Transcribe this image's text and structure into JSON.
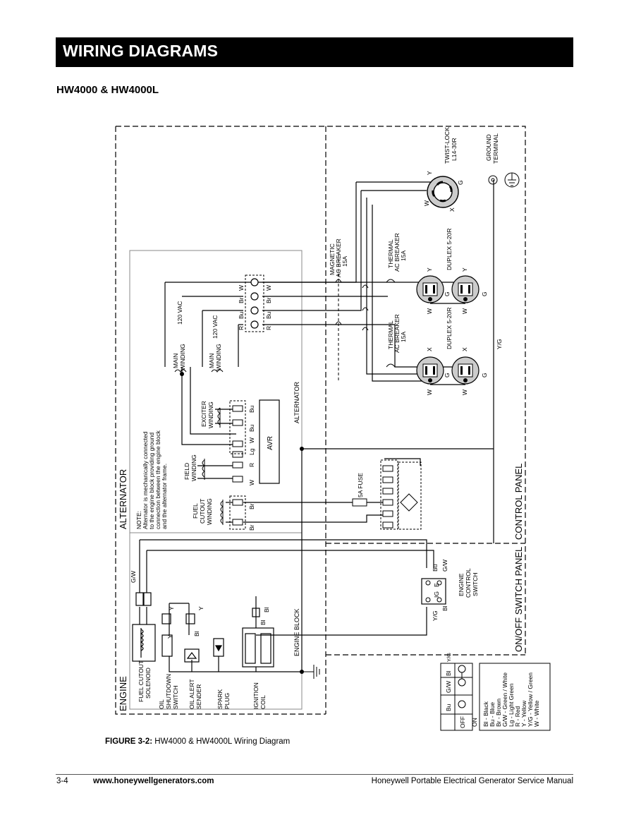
{
  "header": {
    "title": "WIRING DIAGRAMS",
    "subtitle": "HW4000 & HW4000L"
  },
  "diagram": {
    "sections": {
      "alternator": "ALTERNATOR",
      "engine": "ENGINE",
      "control_panel": "CONTROL PANEL",
      "onoff_panel": "ON/OFF SWITCH PANEL",
      "engine_block": "ENGINE BLOCK",
      "alternator_box": "ALTERNATOR"
    },
    "note": [
      "NOTE:",
      "Alternator is mechanically connected",
      "to the engine block providing ground",
      "connection between the engine block",
      "and the alternator frame."
    ],
    "components": {
      "main_winding_1": [
        "MAIN",
        "WINDING"
      ],
      "main_winding_2": [
        "MAIN",
        "WINDING"
      ],
      "vac_1": "120 VAC",
      "vac_2": "120 VAC",
      "exciter": [
        "EXCITER",
        "WINDING"
      ],
      "field": [
        "FIELD",
        "WINDING"
      ],
      "fuel_cutout_winding": [
        "FUEL",
        "CUTOUT",
        "WINDING"
      ],
      "avr": "AVR",
      "fuse": "5A FUSE",
      "magnetic_breaker": [
        "MAGNETIC",
        "AC BREAKER",
        "15A"
      ],
      "thermal_breaker_1": [
        "THERMAL",
        "AC BREAKER",
        "15A"
      ],
      "thermal_breaker_2": [
        "THERMAL",
        "AC BREAKER",
        "15A"
      ],
      "duplex_1": "DUPLEX 5-20R",
      "duplex_2": "DUPLEX 5-20R",
      "twistlock": [
        "TWIST-LOCK",
        "L14-30R"
      ],
      "ground_terminal": [
        "GROUND",
        "TERMINAL"
      ],
      "engine_control_switch": [
        "ENGINE",
        "CONTROL",
        "SWITCH"
      ],
      "fuel_cutout_solenoid": [
        "FUEL CUTOUT",
        "SOLENOID"
      ],
      "oil_shutdown": [
        "OIL",
        "SHUTDOWN",
        "SWITCH"
      ],
      "oil_alert": [
        "OIL ALERT",
        "SENDER"
      ],
      "spark_plug": [
        "SPARK",
        "PLUG"
      ],
      "ignition_coil": [
        "IGNITION",
        "COIL"
      ]
    },
    "wire_labels": {
      "w": "W",
      "br": "Br",
      "bu": "Bu",
      "r": "R",
      "lg": "Lg",
      "y": "Y",
      "bl": "Bl",
      "gw": "G/W",
      "yg": "Y/G",
      "g": "G",
      "x": "X",
      "ig": "IG",
      "e": "E"
    },
    "switch_table": {
      "header": [
        "Bu",
        "G/W",
        "Bl",
        "Y/G"
      ],
      "rows": [
        "OFF",
        "ON"
      ]
    },
    "legend": [
      "Bl - Black",
      "Bu - Blue",
      "Br - Brown",
      "G/W - Green / White",
      "Lg - Light Green",
      "R - Red",
      "Y - Yellow",
      "Y/G - Yellow / Green",
      "W - White"
    ]
  },
  "caption": {
    "label": "FIGURE 3-2:",
    "text": "HW4000 & HW4000L Wiring Diagram"
  },
  "footer": {
    "page": "3-4",
    "url": "www.honeywellgenerators.com",
    "manual": "Honeywell Portable Electrical Generator Service Manual"
  }
}
